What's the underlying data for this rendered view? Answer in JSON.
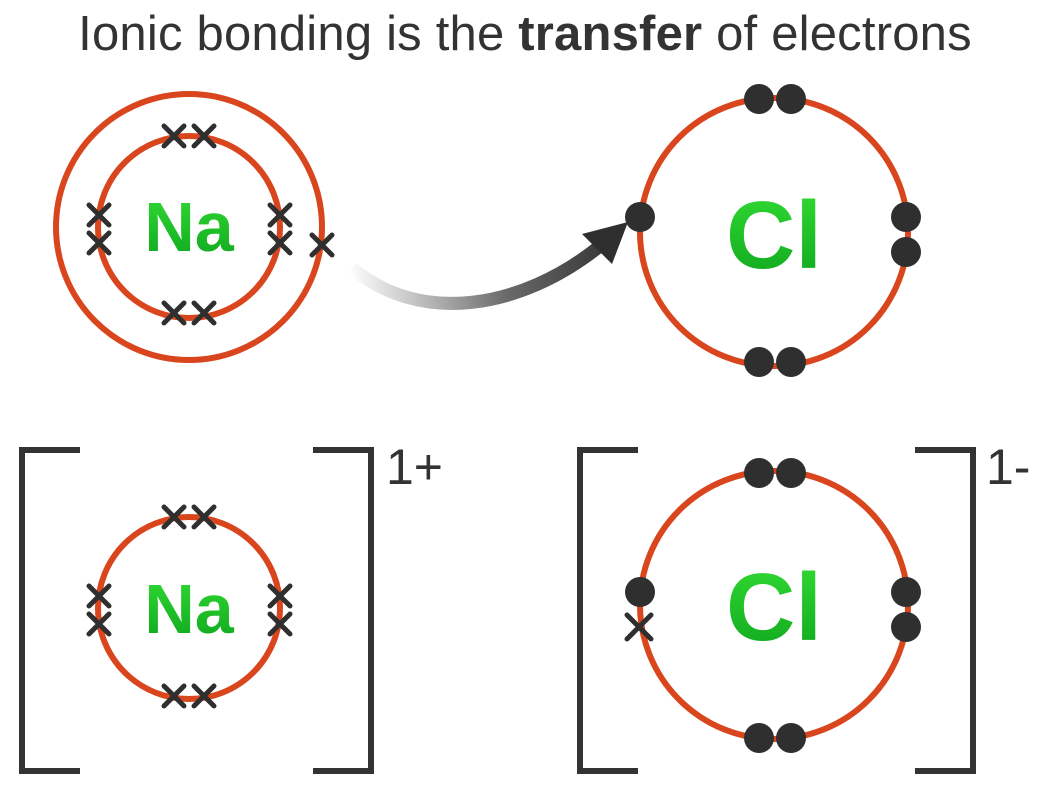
{
  "title": {
    "before": "Ionic bonding is the ",
    "emphasis": "transfer",
    "after": " of electrons"
  },
  "colors": {
    "shell": "#d9461e",
    "electron": "#2f2f2f",
    "symbol_light": "#33dd33",
    "symbol_dark": "#0ea51e",
    "text": "#333333",
    "arrow_start": "#ffffff",
    "arrow_end": "#2f2f2f"
  },
  "atoms": {
    "sodium": {
      "symbol": "Na",
      "electron_marker": "cross"
    },
    "chlorine": {
      "symbol": "Cl",
      "electron_marker": "dot"
    }
  },
  "ions": {
    "sodium": {
      "symbol": "Na",
      "charge": "1+"
    },
    "chloride": {
      "symbol": "Cl",
      "charge": "1-"
    }
  },
  "arrow": {
    "meaning": "electron transfer from Na to Cl"
  }
}
